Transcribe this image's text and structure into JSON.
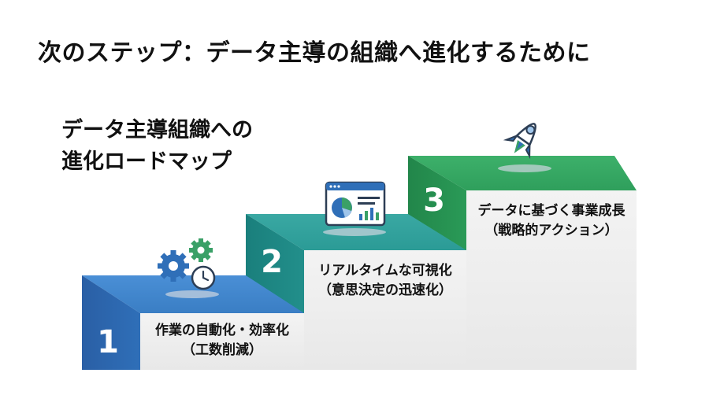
{
  "title": "次のステップ：データ主導の組織へ進化するために",
  "roadmap": {
    "line1": "データ主導組織への",
    "line2": "進化ロードマップ"
  },
  "steps": [
    {
      "number": "1",
      "line1": "作業の自動化・効率化",
      "line2": "（工数削減）",
      "icon": "gears-clock-icon"
    },
    {
      "number": "2",
      "line1": "リアルタイムな可視化",
      "line2": "（意思決定の迅速化）",
      "icon": "dashboard-icon"
    },
    {
      "number": "3",
      "line1": "データに基づく事業成長",
      "line2": "（戦略的アクション）",
      "icon": "rocket-icon"
    }
  ],
  "colors": {
    "step1": "#2f6fb8",
    "step2": "#1f8f8c",
    "step3": "#2a9a57",
    "face": "#efefef"
  }
}
